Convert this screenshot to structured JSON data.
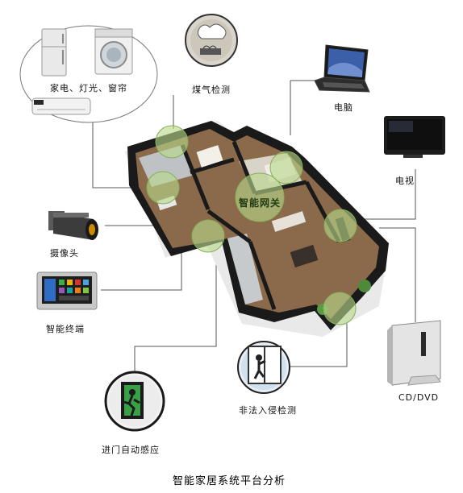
{
  "caption": "智能家居系统平台分析",
  "hub_label": "智能网关",
  "devices": {
    "appliances": "家电、灯光、窗帘",
    "gas": "煤气检测",
    "computer": "电脑",
    "tv": "电视",
    "camera": "摄像头",
    "terminal": "智能终端",
    "intrusion": "非法入侵检测",
    "cd_dvd": "CD/DVD",
    "door_sensor": "进门自动感应"
  },
  "colors": {
    "sensor_zone": "#b8d98a",
    "connector": "#555555",
    "floor": "#8a6a4a",
    "wall": "#1a1a1a"
  }
}
